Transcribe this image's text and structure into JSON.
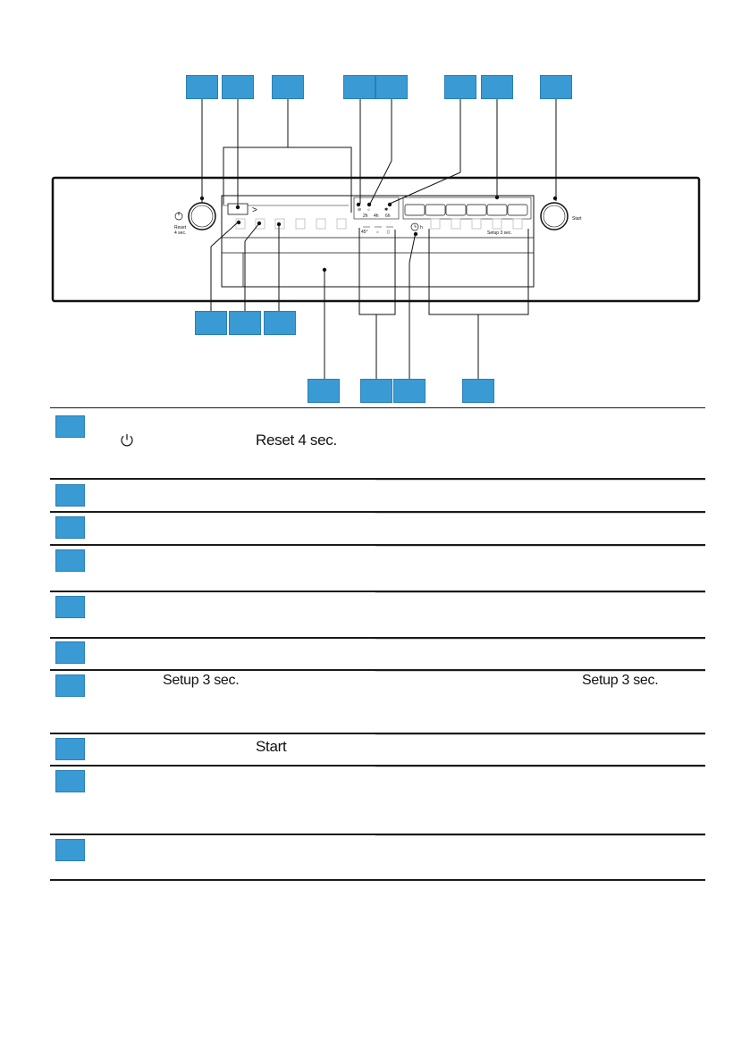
{
  "panel": {
    "power_button_label": "Reset\n4 sec.",
    "start_button_label": "Start",
    "program_arrow": ">",
    "setup_label": "Setup 3 sec.",
    "hour_label": "h",
    "hour_options": [
      "2h",
      "4h",
      "6h"
    ],
    "temp_indicator": "45°"
  },
  "table": {
    "rows": [
      {
        "left_text": "Reset 4 sec.",
        "right_text": ""
      },
      {
        "left_text": "",
        "right_text": ""
      },
      {
        "left_text": "",
        "right_text": ""
      },
      {
        "left_text": "",
        "right_text": ""
      },
      {
        "left_text": "",
        "right_text": ""
      },
      {
        "left_text": "",
        "right_text": ""
      },
      {
        "left_text": "Setup 3 sec.",
        "right_text": "Setup 3 sec."
      },
      {
        "left_text": "Start",
        "right_text": ""
      },
      {
        "left_text": "",
        "right_text": ""
      },
      {
        "left_text": "",
        "right_text": ""
      }
    ]
  },
  "colors": {
    "callout": "#3a9ad4",
    "line": "#1a1a1a"
  }
}
